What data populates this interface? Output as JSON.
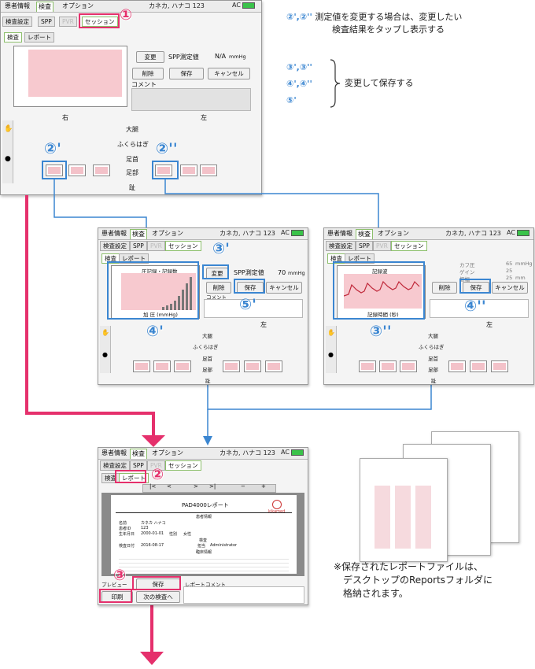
{
  "header": {
    "tabs": [
      "患者情報",
      "検査",
      "オプション"
    ],
    "patient": "カネカ, ハナコ 123",
    "ac": "AC"
  },
  "subtabs": {
    "exam_setting": "検査設定",
    "spp": "SPP",
    "pvr": "PVR",
    "session": "セッション",
    "exam": "検査",
    "report": "レポート"
  },
  "panel1": {
    "change": "変更",
    "spp_label": "SPP測定値",
    "spp_value": "N/A",
    "unit": "mmHg",
    "delete": "削除",
    "save": "保存",
    "cancel": "キャンセル",
    "comment": "コメント",
    "right": "右",
    "left": "左",
    "sites": [
      "大腿",
      "ふくらはぎ",
      "足首",
      "足部",
      "趾"
    ]
  },
  "panel3": {
    "change": "変更",
    "spp_label": "SPP測定値",
    "spp_value": "70",
    "unit": "mmHg",
    "delete": "削除",
    "save": "保存",
    "cancel": "キャンセル",
    "comment": "コメント",
    "left": "左",
    "sites": [
      "大腿",
      "ふくらはぎ",
      "足首",
      "足部",
      "趾"
    ],
    "chart_title": "圧記録・記録数",
    "chart_xlabel": "加 圧 (mmHg)"
  },
  "panel4": {
    "cuff_label": "カフ圧",
    "cuff_value": "65",
    "cuff_unit": "mmHg",
    "gain_label": "ゲイン",
    "gain_value": "25",
    "scale_label": "振幅",
    "scale_value": "25",
    "scale_unit": "mm",
    "delete": "削除",
    "save": "保存",
    "cancel": "キャンセル",
    "left": "左",
    "sites": [
      "大腿",
      "ふくらはぎ",
      "足首",
      "足部",
      "趾"
    ],
    "chart_title": "記録波",
    "chart_xlabel": "記録時間 (秒)"
  },
  "panel5": {
    "report_title": "PAD4000レポート",
    "logo": "kikamed",
    "section1": "患者情報",
    "rows": [
      [
        "名前",
        "カネカ ハナコ"
      ],
      [
        "患者ID",
        "123"
      ],
      [
        "生年月日",
        "2000-01-01",
        "性別",
        "女性"
      ],
      [
        "検査日付",
        "2016-08-17",
        "担当",
        "Administrator"
      ]
    ],
    "section2": "検査",
    "section3": "臨床情報",
    "preview": "プレビュー",
    "save": "保存",
    "report_comment": "レポートコメント",
    "print": "印刷",
    "next": "次の検査へ"
  },
  "markers": {
    "m1": "①",
    "m2p": "②'",
    "m2pp": "②''",
    "m3p": "③'",
    "m3pp": "③''",
    "m4p": "④'",
    "m4pp": "④''",
    "m5p": "⑤'",
    "m2": "②",
    "m3": "③"
  },
  "notes": {
    "n1_markers": "②',②''",
    "n1_line1": "測定値を変更する場合は、変更したい",
    "n1_line2": "検査結果をタップし表示する",
    "n2_m1": "③',③''",
    "n2_m2": "④',④''",
    "n2_m3": "⑤'",
    "n2_text": "変更して保存する",
    "n3_line1": "※保存されたレポートファイルは、",
    "n3_line2": "デスクトップのReportsフォルダに",
    "n3_line3": "格納されます。"
  },
  "chart_data": {
    "type": "bar",
    "categories": [],
    "values": []
  }
}
